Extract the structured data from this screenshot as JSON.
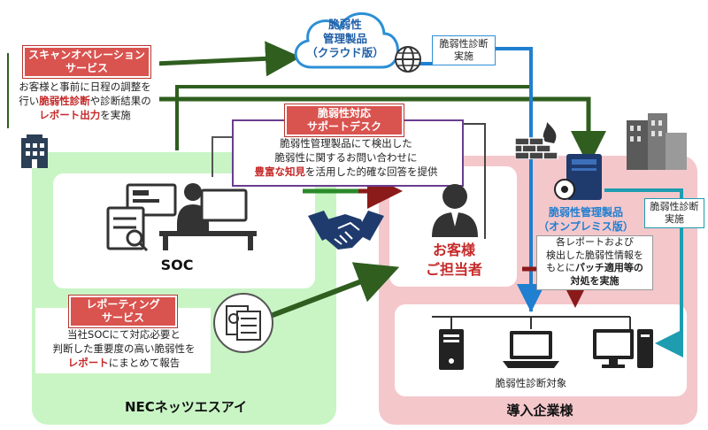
{
  "cloud_product": {
    "line1": "脆弱性",
    "line2": "管理製品",
    "line3": "（クラウド版）"
  },
  "cloud_diag_label": {
    "line1": "脆弱性診断",
    "line2": "実施"
  },
  "scan_service": {
    "title_line1": "スキャンオペレーション",
    "title_line2": "サービス",
    "desc_line1": "お客様と事前に日程の調整を",
    "desc_line2_pre": "行い",
    "desc_line2_red": "脆弱性診断",
    "desc_line2_post": "や診断結果の",
    "desc_line3_red": "レポート出力",
    "desc_line3_post": "を実施"
  },
  "support_desk": {
    "title_line1": "脆弱性対応",
    "title_line2": "サポートデスク",
    "desc_line1": "脆弱性管理製品にて検出した",
    "desc_line2": "脆弱性に関するお問い合わせに",
    "desc_line3_red": "豊富な知見",
    "desc_line3_post": "を活用した的確な回答を提供"
  },
  "soc_label": "SOC",
  "reporting_service": {
    "title_line1": "レポーティング",
    "title_line2": "サービス",
    "desc_line1": "当社SOCにて対応必要と",
    "desc_line2": "判断した重要度の高い脆弱性を",
    "desc_line3_red": "レポート",
    "desc_line3_post": "にまとめて報告"
  },
  "nec_label": "NECネッツエスアイ",
  "customer_person": {
    "line1": "お客様",
    "line2": "ご担当者"
  },
  "onprem_product": {
    "line1": "脆弱性管理製品",
    "line2": "（オンプレミス版）"
  },
  "onprem_diag_label": {
    "line1": "脆弱性診断",
    "line2": "実施"
  },
  "onprem_action": {
    "line1": "各レポートおよび",
    "line2": "検出した脆弱性情報を",
    "line3_pre": "もとに",
    "line3_bold": "パッチ適用等の",
    "line4_bold": "対処を実施"
  },
  "target_label": "脆弱性診断対象",
  "customer_company_label": "導入企業様",
  "colors": {
    "green_region": "#c9f5c5",
    "pink_region": "#f4c7cb",
    "dark_green": "#2f5e1f",
    "red_accent": "#d9534f",
    "blue_line": "#1f7fd0",
    "teal_line": "#1e9cb0",
    "dark_navy": "#1f3b6e"
  }
}
